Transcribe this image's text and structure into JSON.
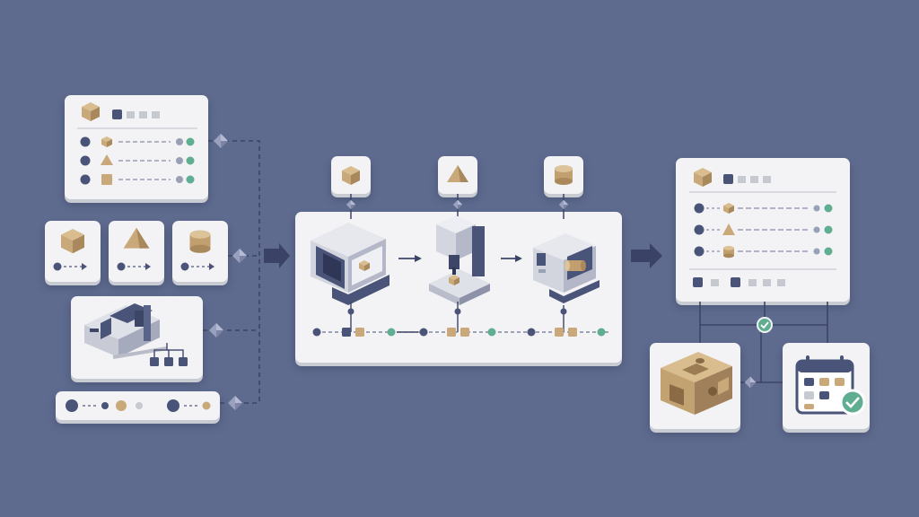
{
  "colors": {
    "background": "#5e6b8f",
    "card": "#f3f3f5",
    "navy": "#434c72",
    "tan": "#c9a97a",
    "tan_dark": "#9c7c52",
    "teal": "#5fae91",
    "connector": "#3d4566",
    "grey_block": "#c7c9d1"
  },
  "icons": {
    "input_box": "cube-icon",
    "input_pyramid": "pyramid-icon",
    "input_cylinder": "cylinder-icon",
    "machine_1": "cnc-machine-icon",
    "machine_2": "drill-press-icon",
    "machine_3": "lathe-machine-icon",
    "factory": "factory-conveyor-icon",
    "finished_part": "machined-part-icon",
    "calendar": "calendar-icon",
    "status": "check-circle-icon",
    "junction": "diamond-node-icon"
  },
  "input_table": {
    "rows": [
      {
        "shape": "cube",
        "status": "teal"
      },
      {
        "shape": "pyramid",
        "status": "teal"
      },
      {
        "shape": "cube",
        "status": "teal"
      }
    ]
  },
  "process_steps": [
    {
      "shape": "cube",
      "machine": "cnc-machine-icon"
    },
    {
      "shape": "pyramid",
      "machine": "drill-press-icon"
    },
    {
      "shape": "cylinder",
      "machine": "lathe-machine-icon"
    }
  ],
  "output_table": {
    "rows": [
      {
        "shape": "cube",
        "status": "teal"
      },
      {
        "shape": "pyramid",
        "status": "teal"
      },
      {
        "shape": "cylinder",
        "status": "teal"
      }
    ]
  }
}
